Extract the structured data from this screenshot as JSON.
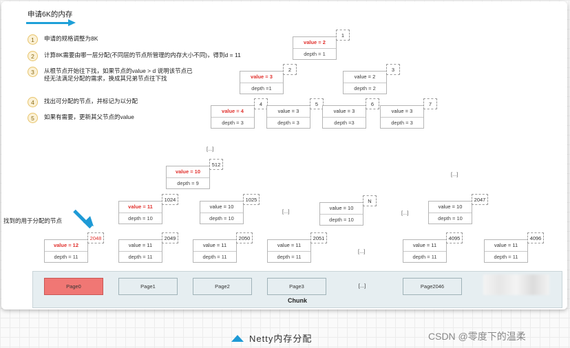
{
  "title": "申请6K的内存",
  "steps": [
    {
      "num": "1",
      "text": "申请的规格调整为8K"
    },
    {
      "num": "2",
      "text": "计算8K需要由哪一层分配(不同层的节点所管理的内存大小不同)，得到d = 11"
    },
    {
      "num": "3",
      "text": "从根节点开始往下找，如果节点的value > d 说明该节点已经无法满足分配的需求，换成其兄弟节点往下找"
    },
    {
      "num": "4",
      "text": "找出可分配的节点，并标记为以分配"
    },
    {
      "num": "5",
      "text": "如果有需要，更新其父节点的value"
    }
  ],
  "nodes": [
    {
      "id": "1",
      "value": "value = 2",
      "depth": "depth = 1",
      "red": true
    },
    {
      "id": "2",
      "value": "value = 3",
      "depth": "depth =1",
      "red": true
    },
    {
      "id": "3",
      "value": "value = 2",
      "depth": "depth = 2",
      "red": false
    },
    {
      "id": "4",
      "value": "value = 4",
      "depth": "depth = 3",
      "red": true
    },
    {
      "id": "5",
      "value": "value = 3",
      "depth": "depth = 3",
      "red": false
    },
    {
      "id": "6",
      "value": "value = 3",
      "depth": "depth =3",
      "red": false
    },
    {
      "id": "7",
      "value": "value = 3",
      "depth": "depth = 3",
      "red": false
    },
    {
      "id": "512",
      "value": "value = 10",
      "depth": "depth = 9",
      "red": true
    },
    {
      "id": "1024",
      "value": "value = 11",
      "depth": "depth = 10",
      "red": true
    },
    {
      "id": "1025",
      "value": "value = 10",
      "depth": "depth = 10",
      "red": false
    },
    {
      "id": "N",
      "value": "value = 10",
      "depth": "depth = 10",
      "red": false
    },
    {
      "id": "2047",
      "value": "value = 10",
      "depth": "depth = 10",
      "red": false
    },
    {
      "id": "2048",
      "value": "value = 12",
      "depth": "depth = 11",
      "red": true
    },
    {
      "id": "2049",
      "value": "value = 11",
      "depth": "depth = 11",
      "red": false
    },
    {
      "id": "2050",
      "value": "value = 11",
      "depth": "depth = 11",
      "red": false
    },
    {
      "id": "2051",
      "value": "value = 11",
      "depth": "depth = 11",
      "red": false
    },
    {
      "id": "4095",
      "value": "value = 11",
      "depth": "depth = 11",
      "red": false
    },
    {
      "id": "4096",
      "value": "value = 11",
      "depth": "depth = 11",
      "red": false
    }
  ],
  "ellipsis": "[...]",
  "found_label": "找到的用于分配的节点",
  "pages": [
    {
      "label": "Page0",
      "allocated": true
    },
    {
      "label": "Page1",
      "allocated": false
    },
    {
      "label": "Page2",
      "allocated": false
    },
    {
      "label": "Page3",
      "allocated": false
    },
    {
      "label": "[...]",
      "allocated": false
    },
    {
      "label": "Page2046",
      "allocated": false
    }
  ],
  "chunk_label": "Chunk",
  "caption": "Netty内存分配",
  "watermark": "CSDN @零度下的温柔",
  "colors": {
    "accent": "#1ea0d8",
    "red": "#e0302c",
    "allocated": "#f07774"
  }
}
